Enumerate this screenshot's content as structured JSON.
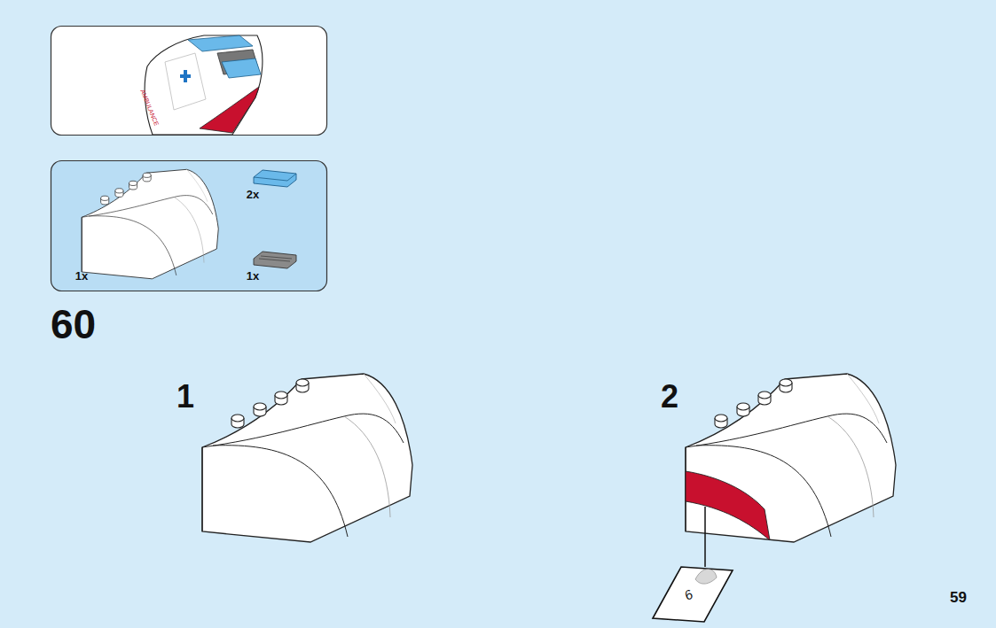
{
  "diagram": {
    "nodes": [
      {
        "text": [
          "AMBULANCE"
        ]
      },
      {
        "text": [
          "2x",
          "1x",
          "1x"
        ]
      },
      {
        "text": [
          "6"
        ]
      }
    ],
    "labels": [
      "60",
      "1",
      "2",
      "59"
    ]
  }
}
